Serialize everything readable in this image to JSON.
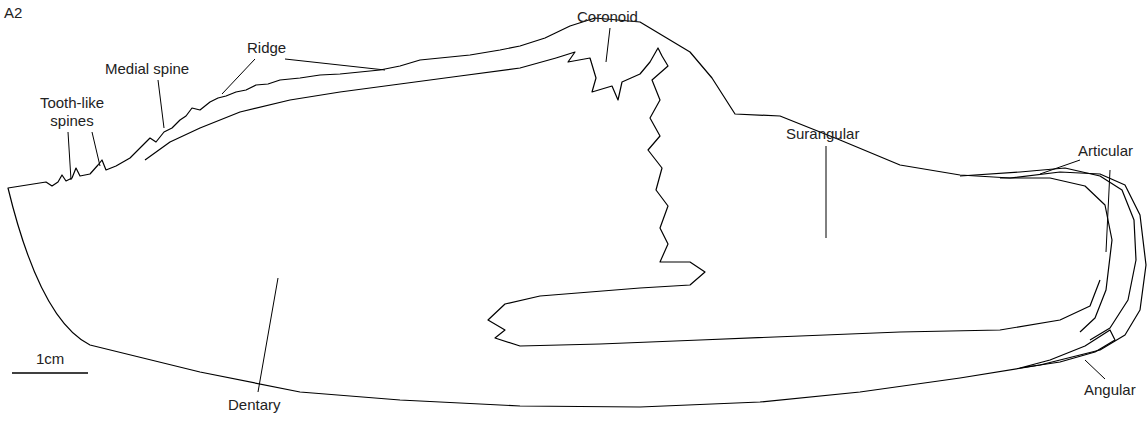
{
  "diagram": {
    "labels": [
      "A2",
      "Tooth-like spines",
      "Medial spine",
      "Ridge",
      "Coronoid",
      "Surangular",
      "Articular",
      "Dentary",
      "Angular",
      "1cm"
    ]
  }
}
